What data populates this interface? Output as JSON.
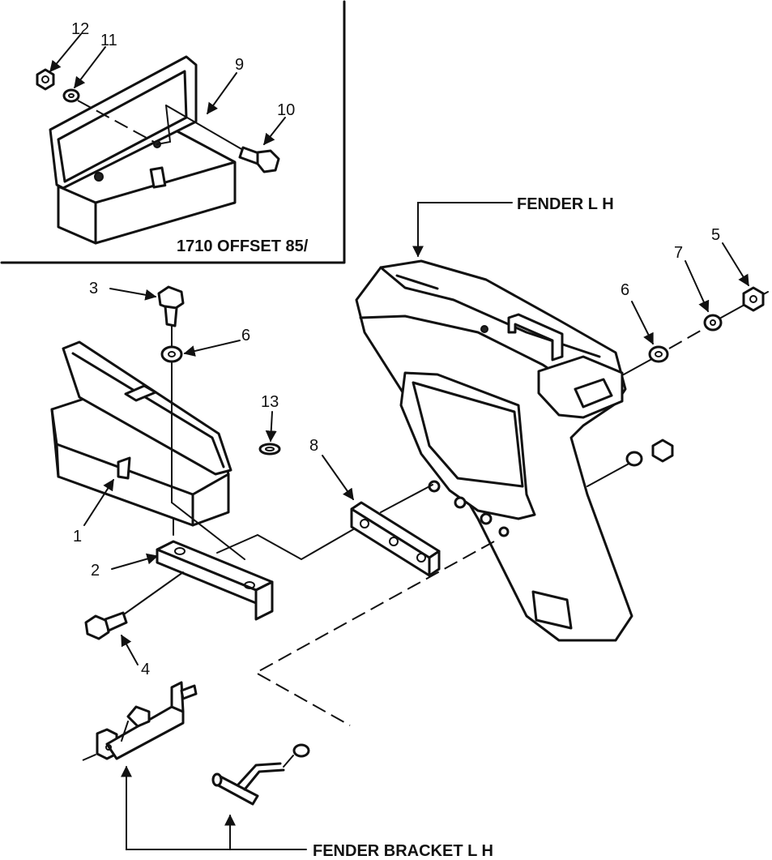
{
  "inset": {
    "caption": "1710 OFFSET 85/",
    "callouts": [
      "12",
      "11",
      "9",
      "10"
    ]
  },
  "callouts": {
    "c1": "1",
    "c2": "2",
    "c3": "3",
    "c4": "4",
    "c5": "5",
    "c6a": "6",
    "c6b": "6",
    "c7": "7",
    "c8": "8",
    "c13": "13"
  },
  "labels": {
    "fender": "FENDER   L H",
    "fender_bracket": "FENDER BRACKET   L H"
  }
}
